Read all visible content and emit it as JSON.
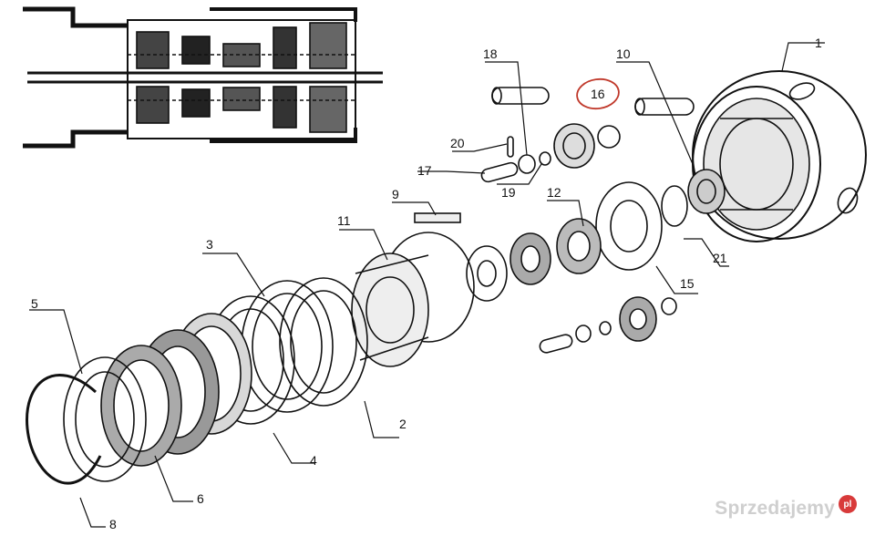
{
  "callouts": [
    {
      "id": "c1",
      "text": "1"
    },
    {
      "id": "c2",
      "text": "2"
    },
    {
      "id": "c3",
      "text": "3"
    },
    {
      "id": "c4",
      "text": "4"
    },
    {
      "id": "c5",
      "text": "5"
    },
    {
      "id": "c6",
      "text": "6"
    },
    {
      "id": "c8",
      "text": "8"
    },
    {
      "id": "c9",
      "text": "9"
    },
    {
      "id": "c10",
      "text": "10"
    },
    {
      "id": "c11",
      "text": "11"
    },
    {
      "id": "c12",
      "text": "12"
    },
    {
      "id": "c15",
      "text": "15"
    },
    {
      "id": "c16",
      "text": "16"
    },
    {
      "id": "c17",
      "text": "17"
    },
    {
      "id": "c18",
      "text": "18"
    },
    {
      "id": "c19",
      "text": "19"
    },
    {
      "id": "c20",
      "text": "20"
    },
    {
      "id": "c21",
      "text": "21"
    }
  ],
  "highlight": {
    "target": "16",
    "color": "#c0392b"
  },
  "watermark": {
    "text": "Sprzedajemy",
    "badge": "pl",
    "badge_color": "#d83a3a"
  }
}
